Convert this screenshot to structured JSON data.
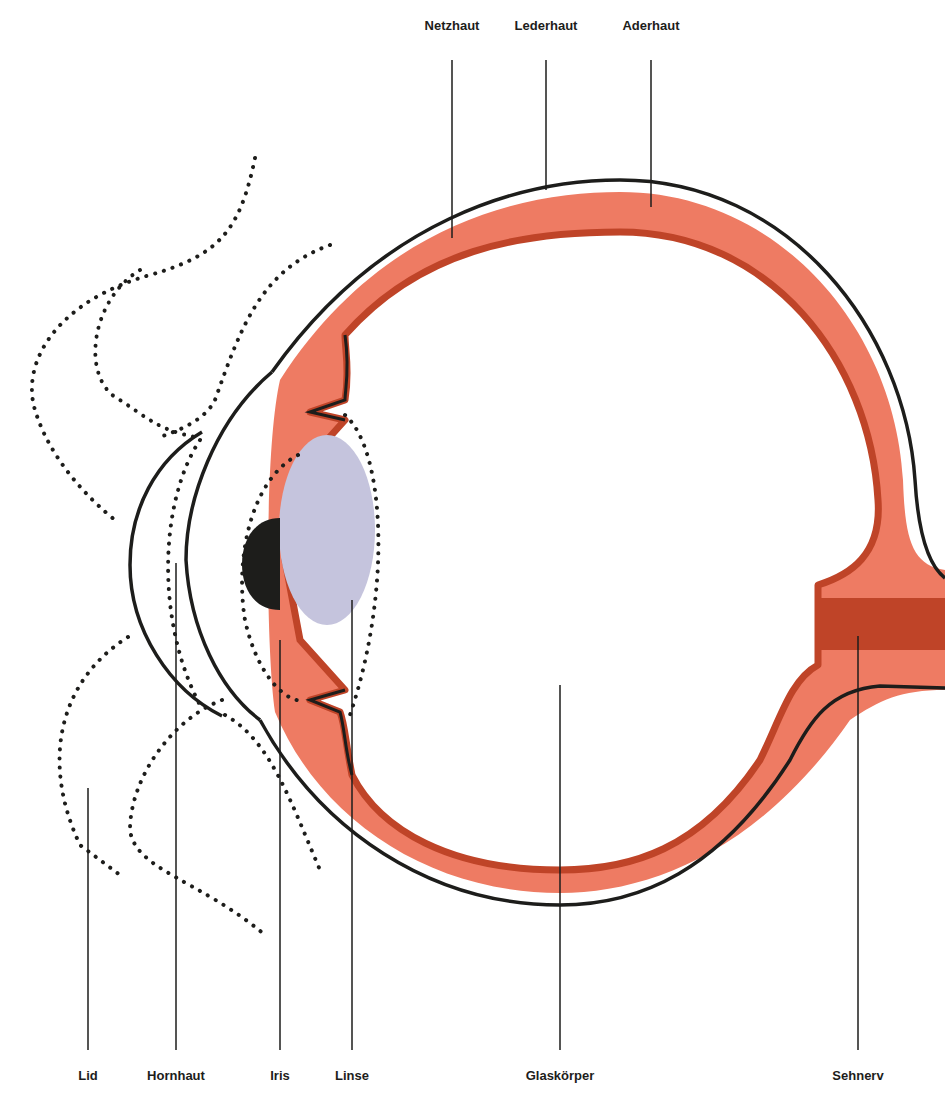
{
  "diagram": {
    "labels": [
      "Netzhaut",
      "Lederhaut",
      "Aderhaut",
      "Lid",
      "Hornhaut",
      "Iris",
      "Linse",
      "Glaskörper",
      "Sehnerv"
    ]
  }
}
